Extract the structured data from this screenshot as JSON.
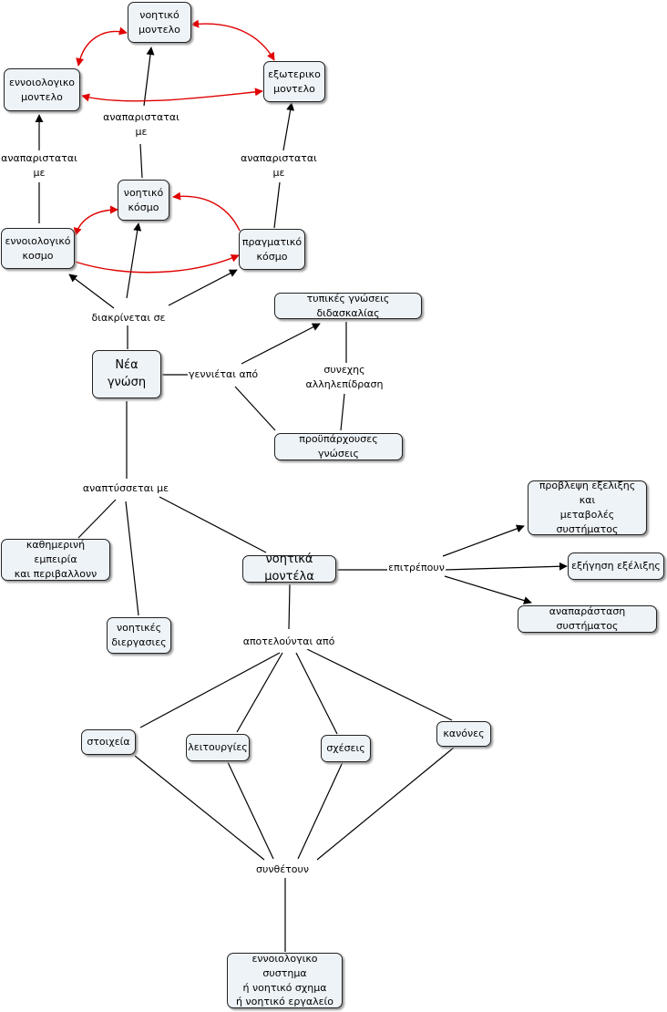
{
  "nodes": {
    "noetiko_montelo": "νοητικό\nμοντελο",
    "ennoiologiko_montelo": "εννοιολογικο\nμοντελο",
    "exoteriko_montelo": "εξωτερικο\nμοντελο",
    "noetiko_kosmo": "νοητικό\nκόσμο",
    "ennoiologiko_kosmo": "εννοιολογικό\nκοσμο",
    "pragmatiko_kosmo": "πραγματικό\nκόσμο",
    "typikes_gnoseis": "τυπικές γνώσεις διδασκαλίας",
    "nea_gnosi": "Νέα γνώση",
    "proyparxouses": "προϋπάρχουσες γνώσεις",
    "provlepsi": "προβλεψη εξελιξης\nκαι\nμεταβολές συστήματος",
    "kathimerini": "καθημερινή εμπειρία\nκαι περιβαλλονν",
    "noetika_montela": "νοητικά μοντέλα",
    "exigisi": "εξήγηση εξέλιξης",
    "anaparastasi": "αναπαράσταση συστήματος",
    "noetikes_diergasies": "νοητικές\nδιεργασιες",
    "stoixeia": "στοιχεία",
    "leitourgies": "λειτουργίες",
    "scheseis": "σχέσεις",
    "kanones": "κανόνες",
    "ennoiologiko_systima": "εννοιολογικο συστημα\nή νοητικό σχημα\nή νοητικό εργαλείο"
  },
  "labels": {
    "anaparistatai_1": "αναπαρισταται\nμε",
    "anaparistatai_2": "αναπαρισταται\nμε",
    "anaparistatai_3": "αναπαρισταται\nμε",
    "diakrinetai": "διακρίνεται σε",
    "gennietai": "γεννιέται από",
    "synechis": "συνεχης\nαλληλεπίδραση",
    "anaptyssetai": "αναπτύσσεται με",
    "epitrepoun": "επιτρέπουν",
    "apoteloyntai": "αποτελούνται από",
    "synthetoun": "συνθέτουν"
  },
  "colors": {
    "line": "#000000",
    "relation": "#e00000"
  }
}
